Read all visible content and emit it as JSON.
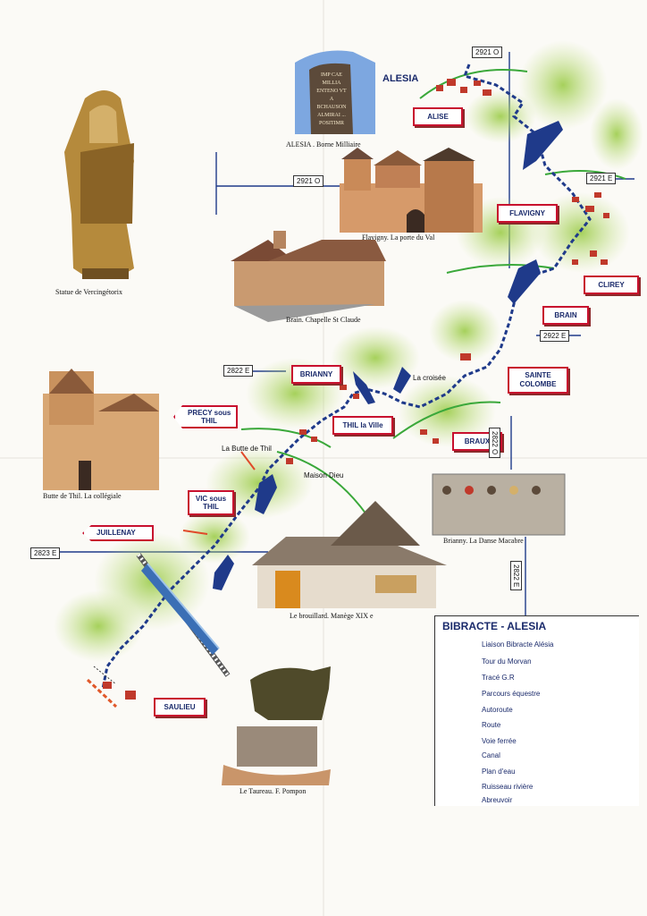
{
  "map_title": "ALESIA",
  "captions": {
    "statue": "Statue de Vercingétorix",
    "borne": "ALESIA . Borne Milliaire",
    "flavigny": "Flavigny. La porte du Val",
    "brain": "Brain. Chapelle St Claude",
    "thil": "Butte de Thil. La collégiale",
    "danse": "Brianny. La Danse Macabre",
    "manege": "Le brouillard. Manège XIX e",
    "taureau": "Le Taureau. F. Pompon"
  },
  "borne_text": "IMP CAE MILLIA ENTENO VT A BCHAUSON ALMIRAI ... POSITIMR",
  "towns": {
    "alise": "ALISE",
    "flavigny": "FLAVIGNY",
    "clirey": "CLIREY",
    "brain": "BRAIN",
    "sainte_colombe_1": "SAINTE",
    "sainte_colombe_2": "COLOMBE",
    "brianny": "BRIANNY",
    "thil_la_ville": "THIL la Ville",
    "braux": "BRAUX",
    "saulieu": "SAULIEU"
  },
  "arrow_towns": {
    "precy_1": "PRECY sous",
    "precy_2": "THIL",
    "vic_1": "VIC sous",
    "vic_2": "THIL",
    "juillenay": "JUILLENAY"
  },
  "places": {
    "la_croisee": "La croisée",
    "butte_de_thil": "La Butte de Thil",
    "maison_dieu": "Maison Dieu"
  },
  "roads": {
    "r2921o_top": "2921 O",
    "r2921o_mid": "2921 O",
    "r2921e": "2921 E",
    "r2922e_right": "2922 E",
    "r2822e": "2822 E",
    "r2822o": "2822 O",
    "r2823e": "2823 E",
    "r2822e_bottom": "2822 E"
  },
  "legend": {
    "title": "BIBRACTE - ALESIA",
    "items": [
      {
        "label": "Liaison Bibracte Alésia",
        "symbol": "liaison-dashed-blue"
      },
      {
        "label": "Tour du Morvan",
        "symbol": "red-yellow-dashed"
      },
      {
        "label": "Tracé G.R",
        "symbol": "red-white-dashed"
      },
      {
        "label": "Parcours équestre",
        "symbol": "orange-line"
      },
      {
        "label": "Autoroute",
        "symbol": "double-line"
      },
      {
        "label": "Route",
        "symbol": "single-line"
      },
      {
        "label": "Voie ferrée",
        "symbol": "railway"
      },
      {
        "label": "Canal",
        "symbol": "canal"
      },
      {
        "label": "Plan d'eau",
        "symbol": "lake"
      },
      {
        "label": "Ruisseau rivière",
        "symbol": "river"
      },
      {
        "label": "Abreuvoir",
        "symbol": "trough"
      }
    ]
  },
  "colors": {
    "route_blue": "#1f3a8a",
    "frame_red": "#c8102e",
    "text_navy": "#1a2a6b",
    "foliage": "#8bc34a",
    "green_curve": "#3aa83a",
    "arrow_red": "#e04a2a"
  }
}
